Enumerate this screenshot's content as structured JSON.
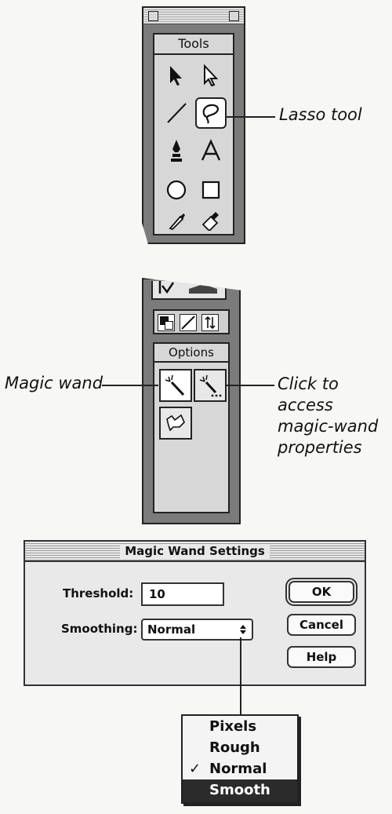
{
  "tools_palette": {
    "header": "Tools",
    "tools": [
      {
        "name": "arrow-tool",
        "glyph": "▲"
      },
      {
        "name": "subselect-tool",
        "glyph": "△"
      },
      {
        "name": "line-tool",
        "glyph": "/"
      },
      {
        "name": "lasso-tool",
        "glyph": "ϕ"
      },
      {
        "name": "pen-tool",
        "glyph": "✒"
      },
      {
        "name": "text-tool",
        "glyph": "A"
      },
      {
        "name": "oval-tool",
        "glyph": "○"
      },
      {
        "name": "rectangle-tool",
        "glyph": "□"
      }
    ]
  },
  "options_palette": {
    "header": "Options"
  },
  "callouts": {
    "lasso": "Lasso tool",
    "magic_wand": "Magic wand",
    "properties_line1": "Click to access",
    "properties_line2": "magic-wand",
    "properties_line3": "properties"
  },
  "dialog": {
    "title": "Magic Wand Settings",
    "threshold_label": "Threshold:",
    "threshold_value": "10",
    "smoothing_label": "Smoothing:",
    "smoothing_value": "Normal",
    "ok_label": "OK",
    "cancel_label": "Cancel",
    "help_label": "Help"
  },
  "popup_menu": {
    "items": [
      "Pixels",
      "Rough",
      "Normal",
      "Smooth"
    ],
    "checked": "Normal",
    "highlighted": "Smooth",
    "check_glyph": "✓"
  }
}
